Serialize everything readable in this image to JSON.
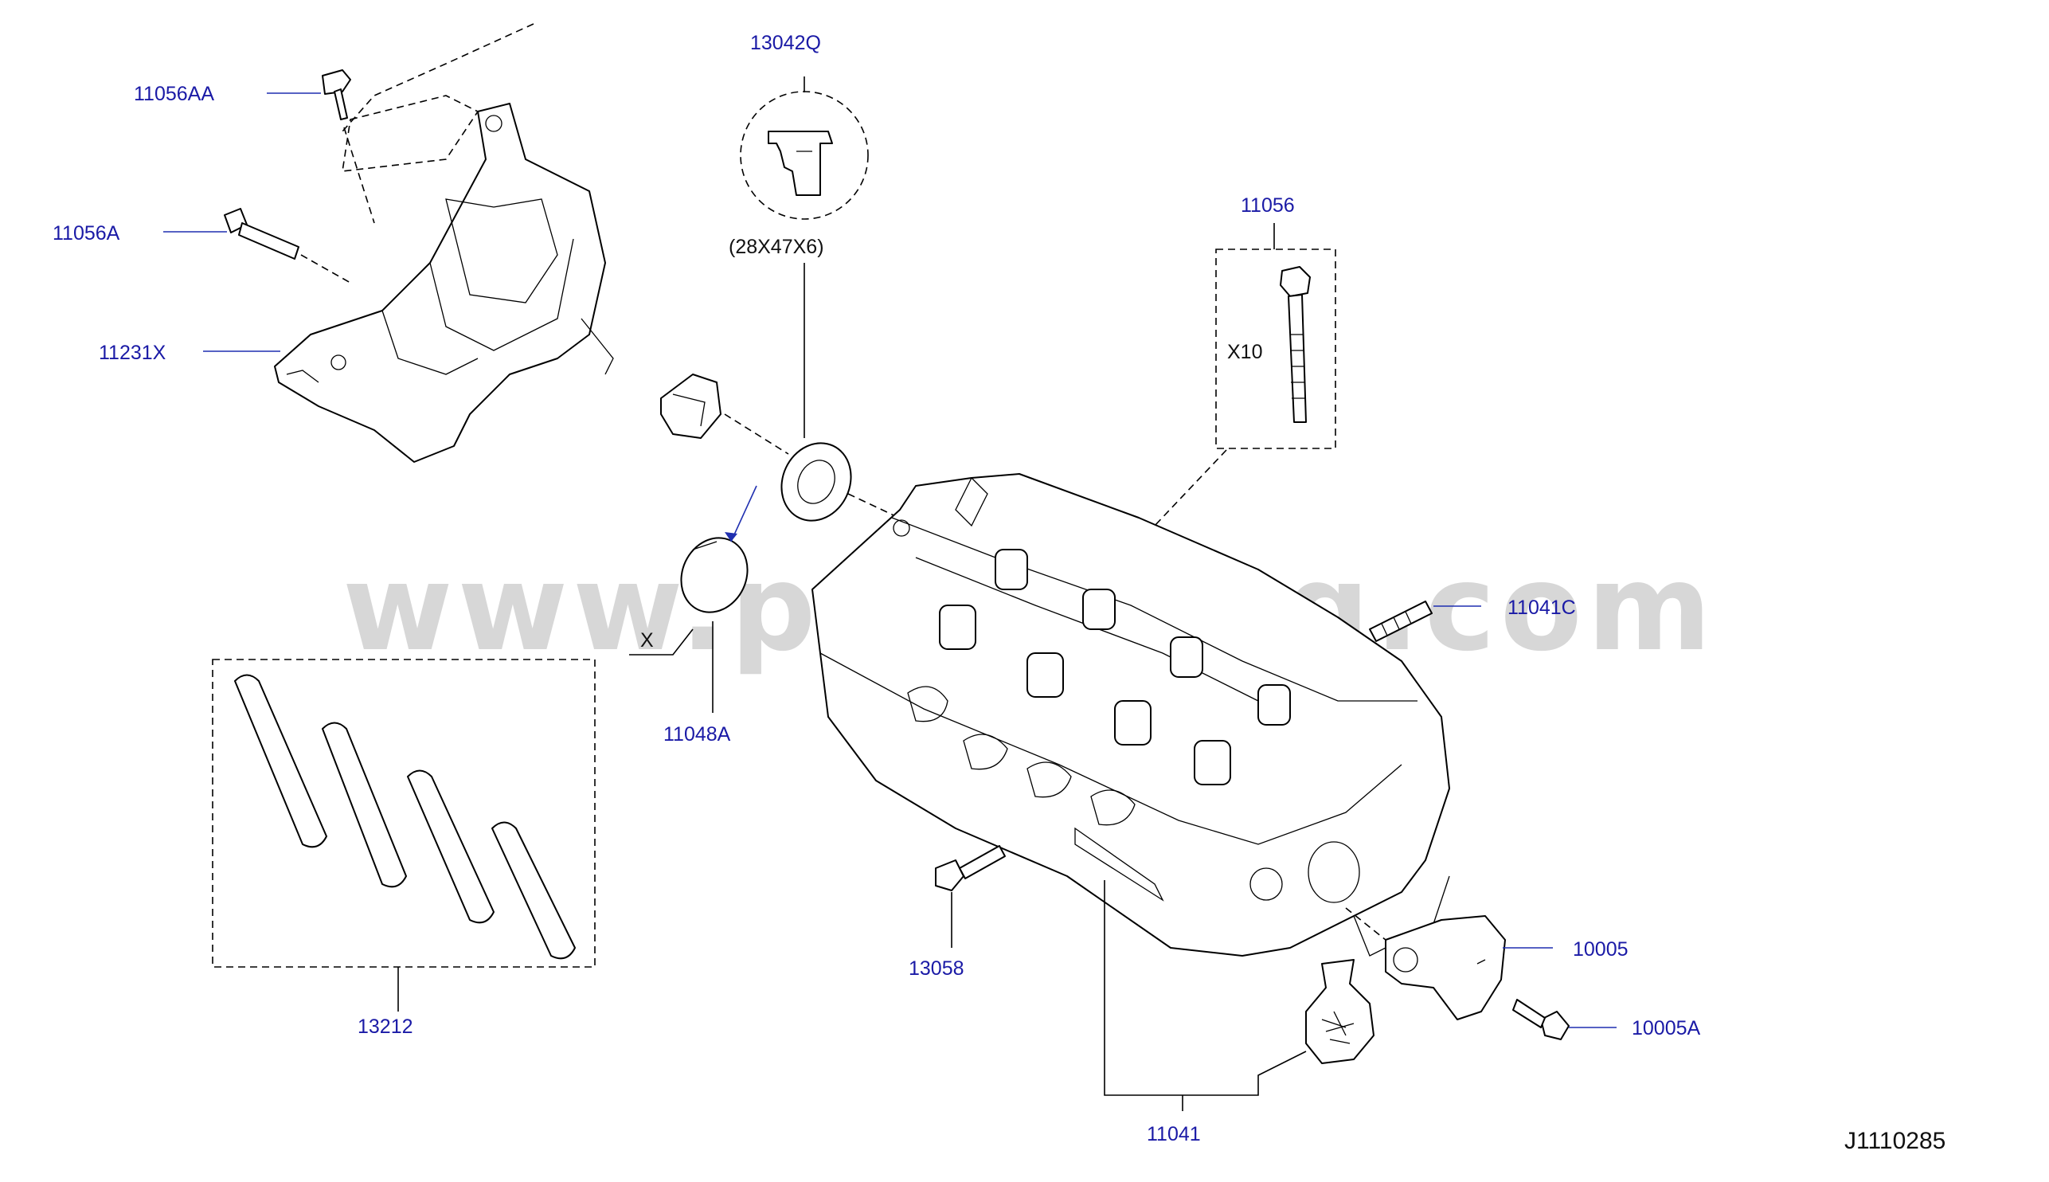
{
  "diagram_id": "J1110285",
  "watermark": "www.partsouq.com",
  "labels": {
    "p11056AA": "11056AA",
    "p11056A": "11056A",
    "p11231X": "11231X",
    "p13042Q": "13042Q",
    "seal_size": "(28X47X6)",
    "p11056": "11056",
    "qty_x10": "X10",
    "p11041C": "11041C",
    "x_marker": "X",
    "p11048A": "11048A",
    "p13212": "13212",
    "p13058": "13058",
    "p10005": "10005",
    "p10005A": "10005A",
    "p11041": "11041"
  },
  "colors": {
    "part_number": "#1a1aa6",
    "watermark": "#d7d7d7",
    "line": "#000000"
  }
}
